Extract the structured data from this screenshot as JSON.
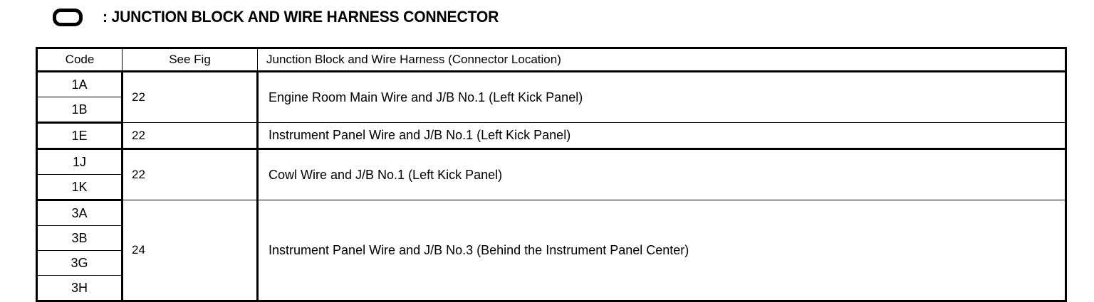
{
  "legend": {
    "symbol_name": "oval-connector-symbol",
    "text": ": JUNCTION BLOCK AND WIRE HARNESS CONNECTOR"
  },
  "table": {
    "headers": {
      "code": "Code",
      "see_fig": "See Fig",
      "description": "Junction Block and Wire Harness (Connector Location)"
    },
    "groups": [
      {
        "codes": [
          "1A",
          "1B"
        ],
        "see_fig": "22",
        "description": "Engine Room Main Wire and J/B No.1 (Left Kick Panel)"
      },
      {
        "codes": [
          "1E"
        ],
        "see_fig": "22",
        "description": "Instrument Panel Wire and J/B No.1 (Left Kick Panel)"
      },
      {
        "codes": [
          "1J",
          "1K"
        ],
        "see_fig": "22",
        "description": "Cowl Wire and J/B No.1 (Left Kick Panel)"
      },
      {
        "codes": [
          "3A",
          "3B",
          "3G",
          "3H"
        ],
        "see_fig": "24",
        "description": "Instrument Panel Wire and J/B No.3 (Behind the Instrument Panel Center)"
      }
    ]
  },
  "colors": {
    "ink": "#000000",
    "paper": "#ffffff"
  }
}
